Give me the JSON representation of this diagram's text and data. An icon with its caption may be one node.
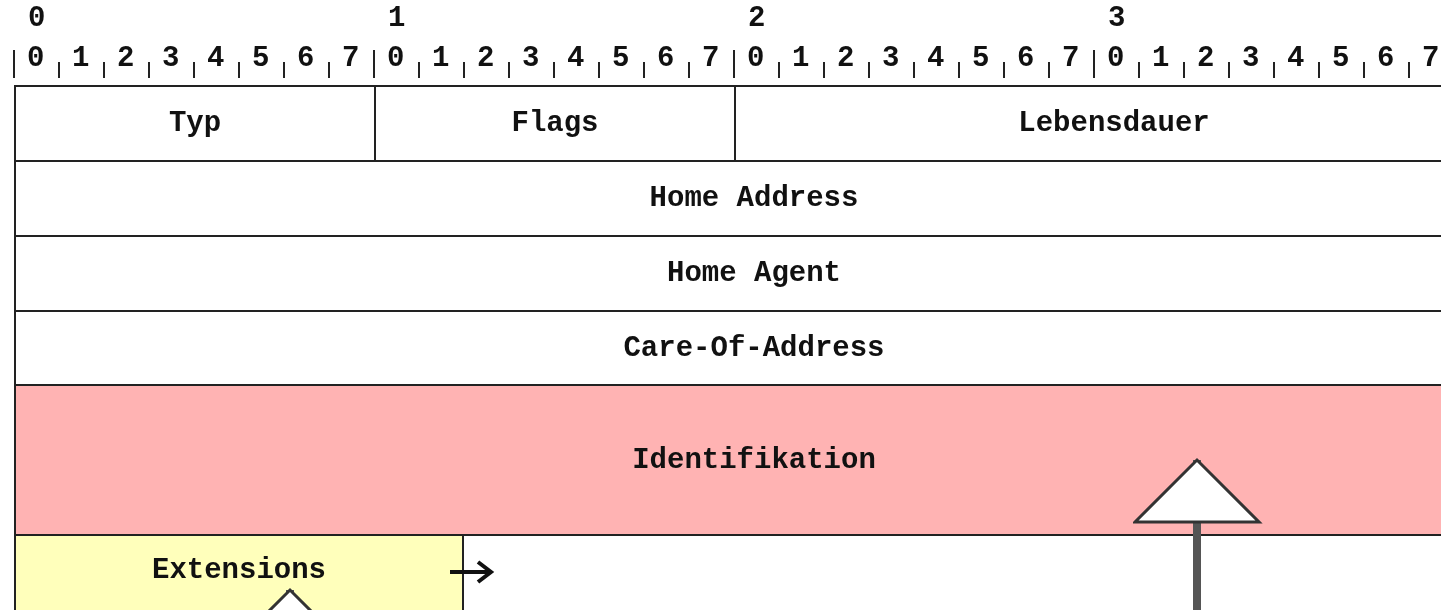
{
  "diagram": {
    "nodes": [
      {
        "text": [
          "Typ"
        ]
      },
      {
        "text": [
          "Flags"
        ]
      },
      {
        "text": [
          "Lebensdauer"
        ]
      },
      {
        "text": [
          "Home Address"
        ]
      },
      {
        "text": [
          "Home Agent"
        ]
      },
      {
        "text": [
          "Care-Of-Address"
        ]
      },
      {
        "text": [
          "Identifikation"
        ]
      },
      {
        "text": [
          "Extensions"
        ]
      }
    ],
    "edges": [
      {
        "from": null,
        "to": 7,
        "arrow": "to"
      },
      {
        "from": null,
        "to": 6,
        "arrow": "to"
      }
    ],
    "labels": [
      "0",
      "1",
      "2",
      "3",
      "0",
      "1",
      "2",
      "3",
      "4",
      "5",
      "6",
      "7",
      "0",
      "1",
      "2",
      "3",
      "4",
      "5",
      "6",
      "7",
      "0",
      "1",
      "2",
      "3",
      "4",
      "5",
      "6",
      "7",
      "0",
      "1",
      "2",
      "3",
      "4",
      "5",
      "6",
      "7"
    ]
  }
}
